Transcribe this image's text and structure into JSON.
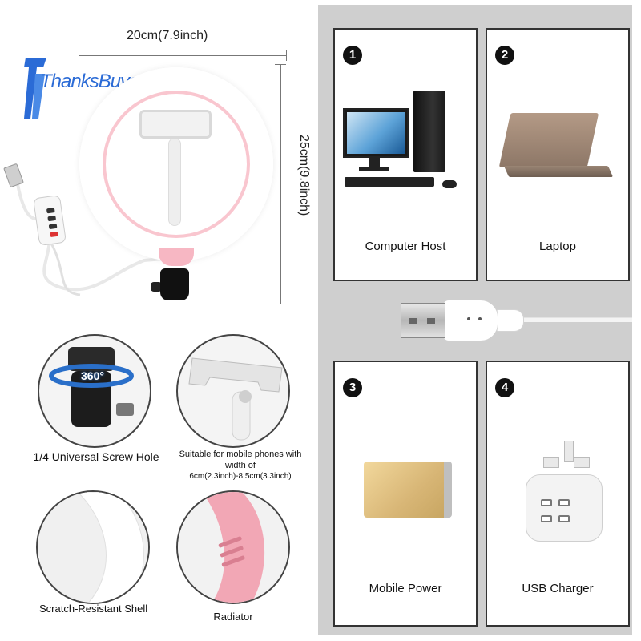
{
  "brand": {
    "name": "ThanksBuyer"
  },
  "dimensions": {
    "width_main": "20cm",
    "width_alt": "(7.9inch)",
    "height_label": "25cm(9.8inch)"
  },
  "features": [
    {
      "caption": "1/4 Universal Screw Hole",
      "badge": "360°"
    },
    {
      "caption": "Suitable for mobile phones with width of",
      "detail": "6cm(2.3inch)-8.5cm(3.3inch)"
    },
    {
      "caption": "Scratch-Resistant Shell"
    },
    {
      "caption": "Radiator"
    }
  ],
  "compatibility": [
    {
      "number": "1",
      "label": "Computer Host"
    },
    {
      "number": "2",
      "label": "Laptop"
    },
    {
      "number": "3",
      "label": "Mobile Power"
    },
    {
      "number": "4",
      "label": "USB Charger"
    }
  ],
  "colors": {
    "panel_bg": "#cfcfcf",
    "ring_accent": "#f7b7c3",
    "brand_blue": "#2b6bd6"
  }
}
